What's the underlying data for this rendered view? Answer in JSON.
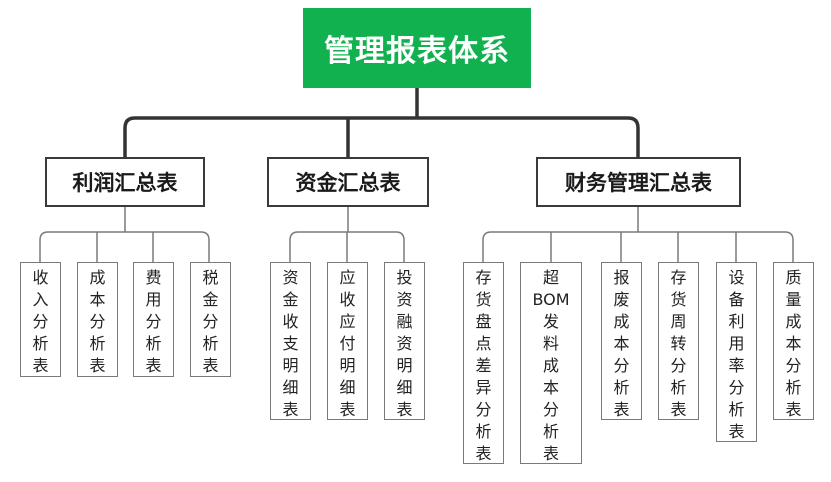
{
  "root": {
    "label": "管理报表体系"
  },
  "groups": [
    {
      "label": "利润汇总表",
      "items": [
        [
          "收",
          "入",
          "分",
          "析",
          "表"
        ],
        [
          "成",
          "本",
          "分",
          "析",
          "表"
        ],
        [
          "费",
          "用",
          "分",
          "析",
          "表"
        ],
        [
          "税",
          "金",
          "分",
          "析",
          "表"
        ]
      ]
    },
    {
      "label": "资金汇总表",
      "items": [
        [
          "资",
          "金",
          "收",
          "支",
          "明",
          "细",
          "表"
        ],
        [
          "应",
          "收",
          "应",
          "付",
          "明",
          "细",
          "表"
        ],
        [
          "投",
          "资",
          "融",
          "资",
          "明",
          "细",
          "表"
        ]
      ]
    },
    {
      "label": "财务管理汇总表",
      "items": [
        [
          "存",
          "货",
          "盘",
          "点",
          "差",
          "异",
          "分",
          "析",
          "表"
        ],
        [
          "超",
          "BOM",
          "发",
          "料",
          "成",
          "本",
          "分",
          "析",
          "表"
        ],
        [
          "报",
          "废",
          "成",
          "本",
          "分",
          "析",
          "表"
        ],
        [
          "存",
          "货",
          "周",
          "转",
          "分",
          "析",
          "表"
        ],
        [
          "设",
          "备",
          "利",
          "用",
          "率",
          "分",
          "析",
          "表"
        ],
        [
          "质",
          "量",
          "成",
          "本",
          "分",
          "析",
          "表"
        ]
      ]
    }
  ],
  "colors": {
    "root_fill": "#12b14f",
    "connector": "#333333",
    "leaf_connector": "#7a7a7a"
  }
}
